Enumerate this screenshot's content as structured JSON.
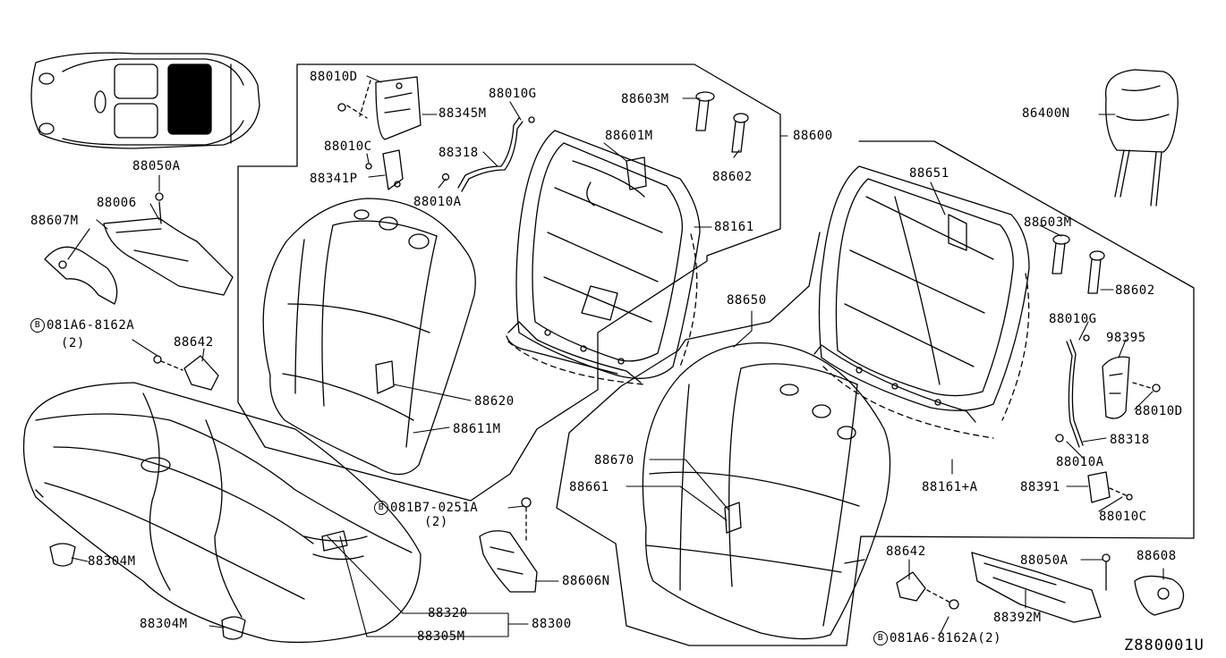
{
  "diagram_code": "Z880001U",
  "bolt_symbol": "B",
  "parts": {
    "p88010D_top": "88010D",
    "p88010G_top": "88010G",
    "p88603M_top": "88603M",
    "p86400N": "86400N",
    "p88345M": "88345M",
    "p88601M": "88601M",
    "p88600": "88600",
    "p88318_top": "88318",
    "p88010C_top": "88010C",
    "p88341P": "88341P",
    "p88010A_top": "88010A",
    "p88602_top": "88602",
    "p88050A_left": "88050A",
    "p88006": "88006",
    "p88607M": "88607M",
    "p88161": "88161",
    "p88651": "88651",
    "p88603M_right": "88603M",
    "p88602_right": "88602",
    "p88650": "88650",
    "p081A6_left": "081A6-8162A",
    "p081A6_left_qty": "(2)",
    "p88642_left": "88642",
    "p88010G_right": "88010G",
    "p98395": "98395",
    "p88010D_right": "88010D",
    "p88620": "88620",
    "p88611M": "88611M",
    "p88318_right": "88318",
    "p88010A_right": "88010A",
    "p88670": "88670",
    "p88161A": "88161+A",
    "p88661": "88661",
    "p88391": "88391",
    "p88010C_right": "88010C",
    "p081B7": "081B7-0251A",
    "p081B7_qty": "(2)",
    "p88304M_top": "88304M",
    "p88606N": "88606N",
    "p88642_right": "88642",
    "p88050A_right": "88050A",
    "p88608": "88608",
    "p88320": "88320",
    "p88300": "88300",
    "p88305M": "88305M",
    "p88304M_bottom": "88304M",
    "p88392M": "88392M",
    "p081A6_right": "081A6-8162A(2)"
  },
  "colors": {
    "ink": "#000000",
    "paper": "#ffffff"
  }
}
